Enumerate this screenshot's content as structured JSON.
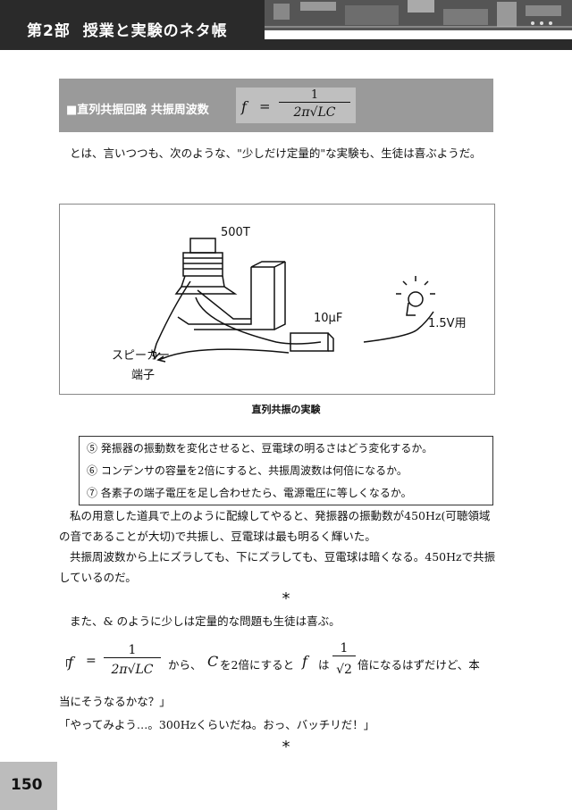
{
  "header": {
    "part": "第2部",
    "title": "授業と実験のネタ帳"
  },
  "section": {
    "title": "■直列共振回路 共振周波数",
    "formula_lhs": "f",
    "formula_eq": "=",
    "formula_num": "1",
    "formula_den": "2π√LC"
  },
  "intro": "とは、言いつつも、次のような、\"少しだけ定量的\"な実験も、生徒は喜ぶようだ。",
  "figure": {
    "label_turns": "500T",
    "label_cap": "10μF",
    "label_bulb": "1.5V用",
    "label_speaker_1": "スピーカー",
    "label_speaker_2": "端子",
    "caption": "直列共振の実験"
  },
  "questions": [
    "⑤ 発振器の振動数を変化させると、豆電球の明るさはどう変化するか。",
    "⑥ コンデンサの容量を2倍にすると、共振周波数は何倍になるか。",
    "⑦ 各素子の端子電圧を足し合わせたら、電源電圧に等しくなるか。"
  ],
  "body": {
    "p1": "私の用意した道具で上のように配線してやると、発振器の振動数が450Hz(可聴領域の音であることが大切)で共振し、豆電球は最も明るく輝いた。",
    "p2": "共振周波数から上にズラしても、下にズラしても、豆電球は暗くなる。450Hzで共振しているのだ。",
    "asterisk": "*",
    "p3": "また、& のように少しは定量的な問題も生徒は喜ぶ。",
    "q_open": "「",
    "q_f": "f",
    "q_eq": "=",
    "q_num": "1",
    "q_den": "2π√LC",
    "q_mid1": "から、",
    "q_C": "C",
    "q_mid2": "を2倍にすると",
    "q_f2": "f",
    "q_mid3": "は",
    "q_num2": "1",
    "q_den2": "√2",
    "q_end": "倍になるはずだけど、本",
    "q_line2": "当にそうなるかな？」",
    "p4": "「やってみよう…。300Hzくらいだね。おっ、バッチリだ！」"
  },
  "page_number": "150"
}
